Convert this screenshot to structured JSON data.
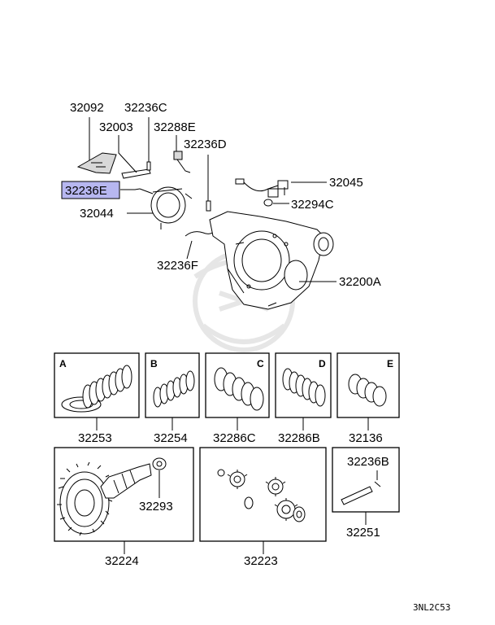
{
  "labels": {
    "p32092": "32092",
    "p32236C": "32236C",
    "p32003": "32003",
    "p32288E": "32288E",
    "p32236D": "32236D",
    "p32045": "32045",
    "p32236E": "32236E",
    "p32294C": "32294C",
    "p32044": "32044",
    "p32236F": "32236F",
    "p32200A": "32200A",
    "p32253": "32253",
    "p32254": "32254",
    "p32286C": "32286C",
    "p32286B": "32286B",
    "p32136": "32136",
    "p32293": "32293",
    "p32236B": "32236B",
    "p32251": "32251",
    "p32224": "32224",
    "p32223": "32223"
  },
  "boxes": {
    "a": "A",
    "b": "B",
    "c": "C",
    "d": "D",
    "e": "E"
  },
  "highlight_color": "#b7b7f0",
  "ref_code": "3NL2C53"
}
